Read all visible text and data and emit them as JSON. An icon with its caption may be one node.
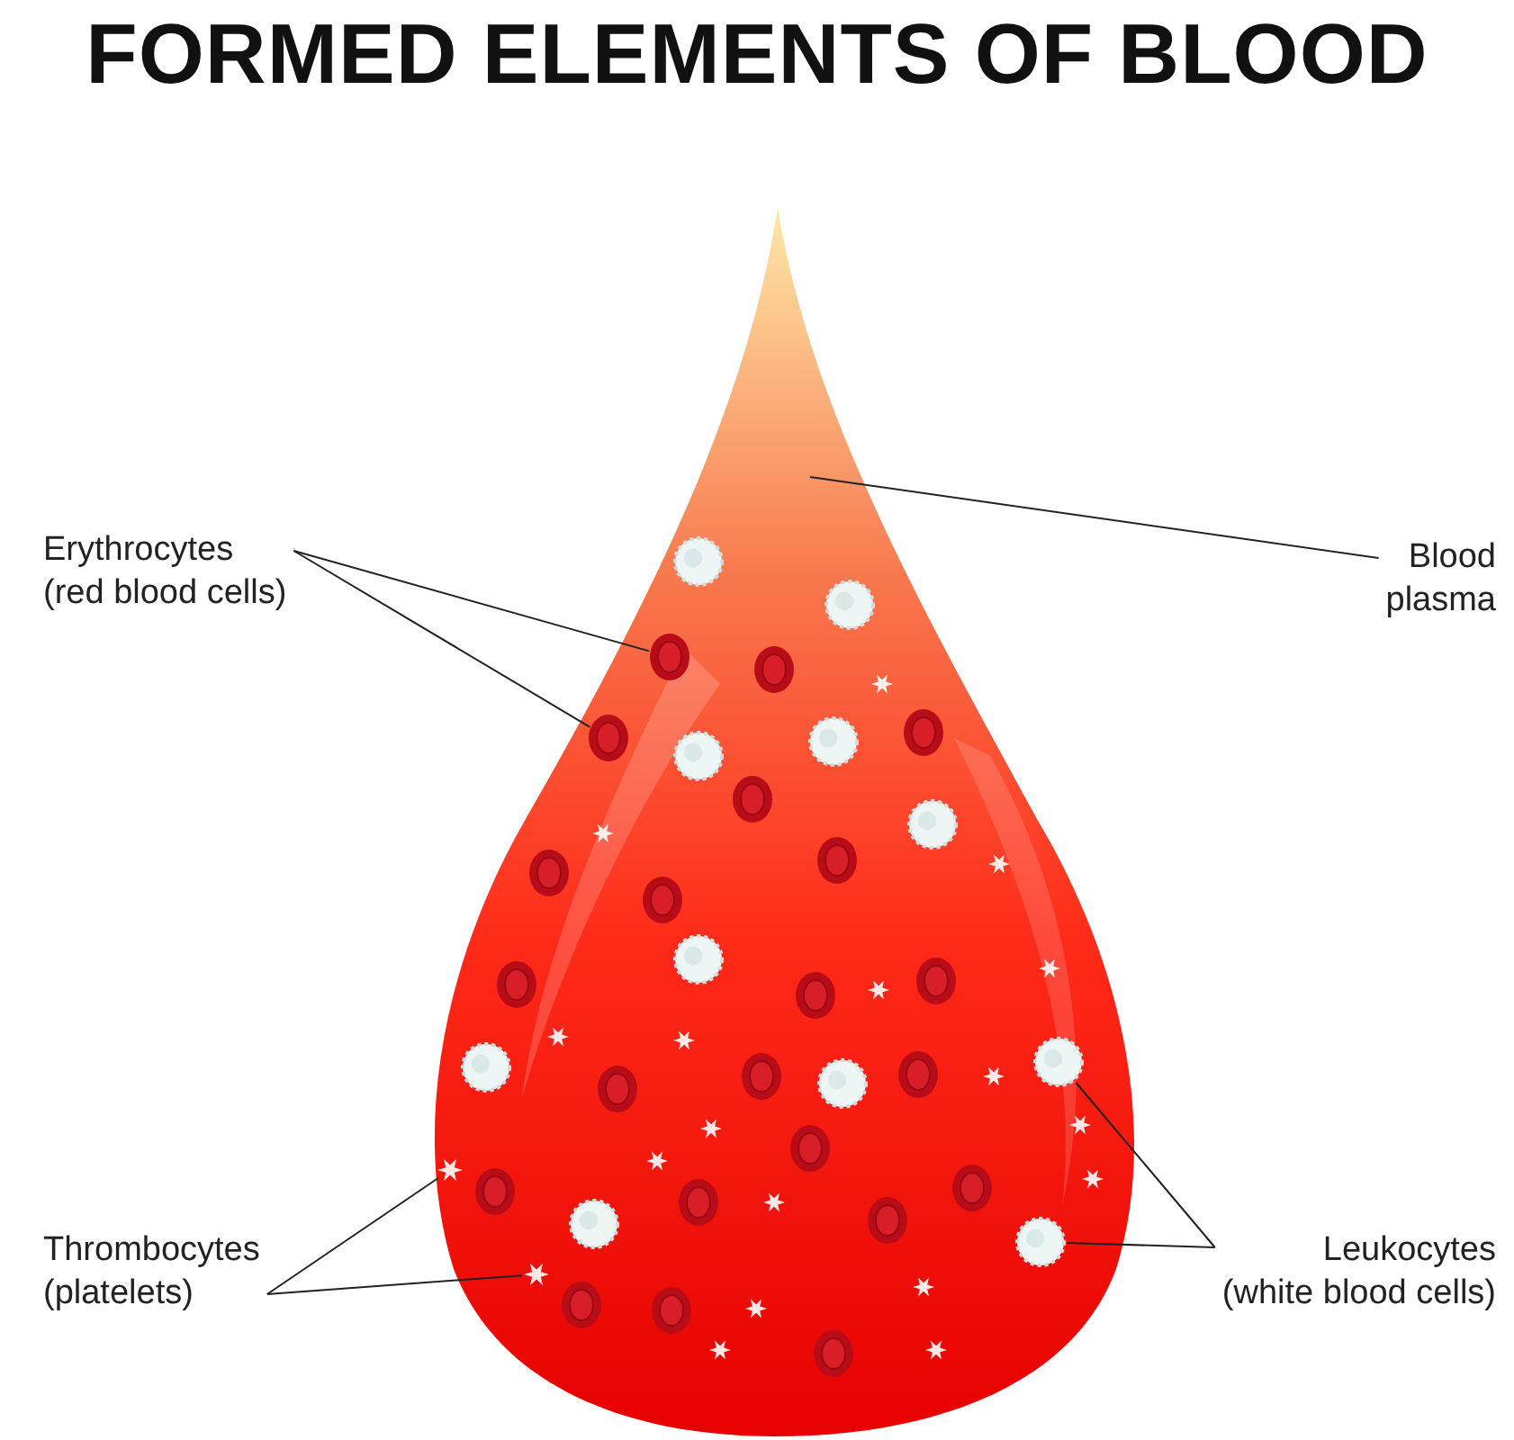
{
  "diagram": {
    "title": "FORMED ELEMENTS OF BLOOD",
    "nodes": [
      {
        "text": [],
        "shape": "picture"
      },
      {
        "text": [
          "Erythrocytes (red blood cells)"
        ]
      },
      {
        "text": [],
        "shape": "disc",
        "in": 0
      },
      {
        "text": [],
        "shape": "disc",
        "in": 0
      },
      {
        "text": [
          "Blood plasma"
        ]
      },
      {
        "text": [
          "Thrombocytes (platelets)"
        ]
      },
      {
        "text": [],
        "shape": "star",
        "in": 0
      },
      {
        "text": [],
        "shape": "star",
        "in": 0
      },
      {
        "text": [
          "Leukocytes (white blood cells)"
        ]
      },
      {
        "text": [],
        "shape": "circle",
        "in": 0
      },
      {
        "text": [],
        "shape": "circle",
        "in": 0
      }
    ],
    "edges": [
      {
        "from": 1,
        "to": 2,
        "arrow": "none"
      },
      {
        "from": 1,
        "to": 3,
        "arrow": "none"
      },
      {
        "from": 4,
        "to": 0,
        "arrow": "none"
      },
      {
        "from": 5,
        "to": 6,
        "arrow": "none"
      },
      {
        "from": 5,
        "to": 7,
        "arrow": "none"
      },
      {
        "from": 8,
        "to": 9,
        "arrow": "none"
      },
      {
        "from": 8,
        "to": 10,
        "arrow": "none"
      }
    ]
  }
}
